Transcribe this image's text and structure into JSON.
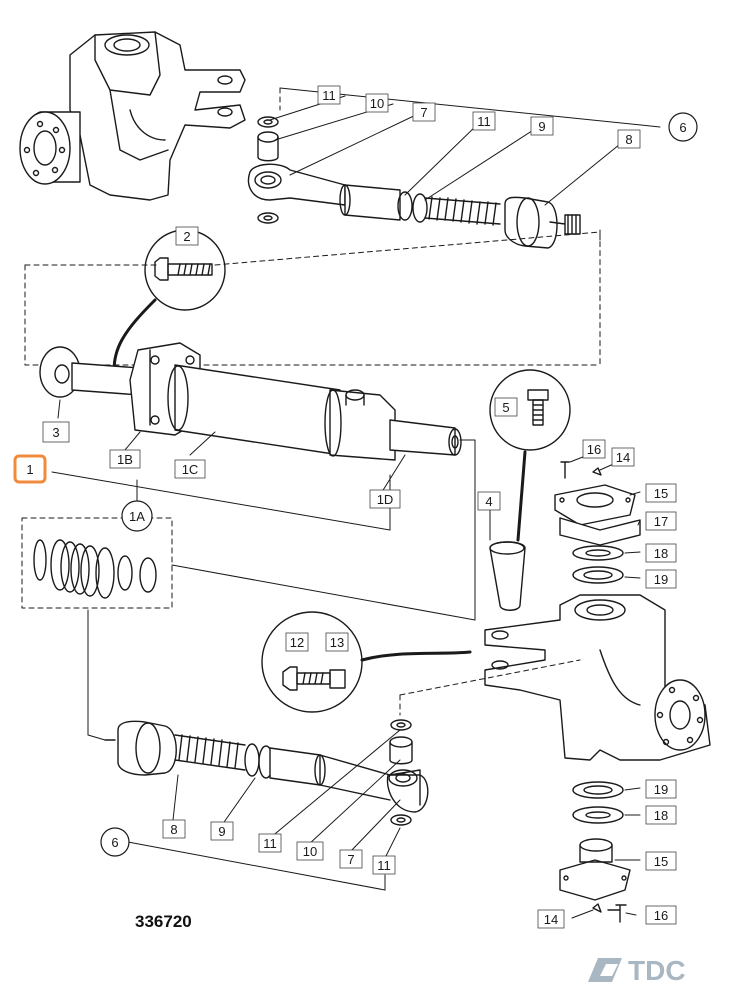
{
  "figure_number": "336720",
  "brand": "TDC",
  "highlight_color": "#f08a3c",
  "callouts": {
    "c11_top_a": "11",
    "c10_top": "10",
    "c7_top": "7",
    "c11_top_b": "11",
    "c9_top": "9",
    "c8_top": "8",
    "c6_top": "6",
    "c2": "2",
    "c3": "3",
    "c1": "1",
    "c1B": "1B",
    "c1C": "1C",
    "c1D": "1D",
    "c1A": "1A",
    "c5": "5",
    "c4": "4",
    "c16_a": "16",
    "c14_a": "14",
    "c15_a": "15",
    "c17": "17",
    "c18_a": "18",
    "c19_a": "19",
    "c12": "12",
    "c13": "13",
    "c19_b": "19",
    "c18_b": "18",
    "c15_b": "15",
    "c14_b": "14",
    "c16_b": "16",
    "c6_bot": "6",
    "c8_bot": "8",
    "c9_bot": "9",
    "c11_bot_a": "11",
    "c10_bot": "10",
    "c7_bot": "7",
    "c11_bot_b": "11"
  }
}
